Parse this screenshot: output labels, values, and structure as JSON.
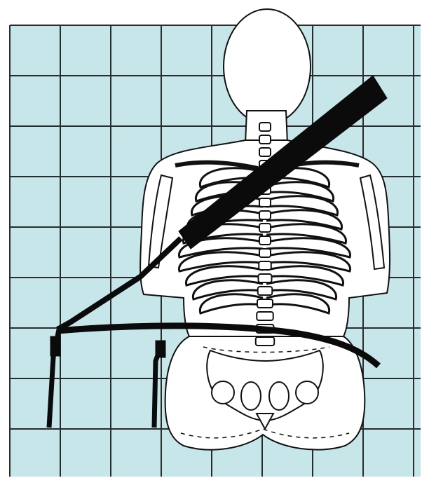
{
  "figure": {
    "description_icons": [
      "grid-background",
      "human-torso-outline",
      "skeleton",
      "rib-cage",
      "spine",
      "pelvis",
      "shoulder-belt",
      "lap-belt",
      "seat-belt-anchor"
    ]
  },
  "colors": {
    "grid_fill": "#c7e6ea",
    "grid_line": "#2b2b2b",
    "body_fill": "#ffffff",
    "outline": "#111111",
    "belt": "#0b0b0b",
    "page": "#ffffff"
  }
}
